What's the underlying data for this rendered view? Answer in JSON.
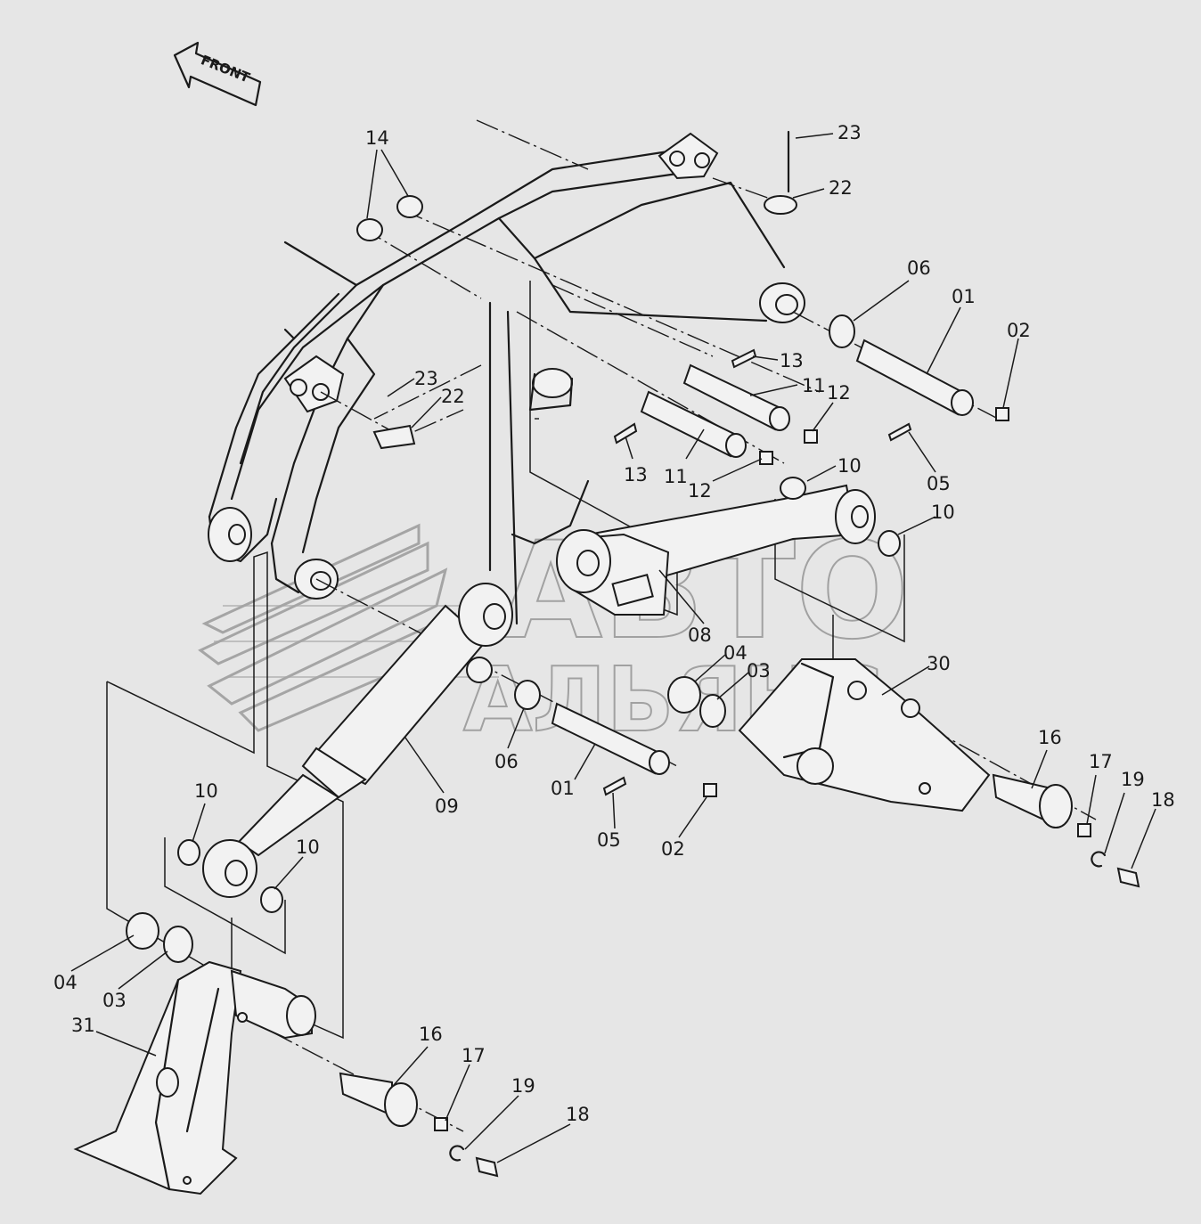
{
  "front_label": "FRONT",
  "watermark": {
    "line1": "АВТО",
    "line2": "АЛЬЯНС"
  },
  "callouts": [
    {
      "id": "c-14",
      "text": "14"
    },
    {
      "id": "c-23a",
      "text": "23"
    },
    {
      "id": "c-22a",
      "text": "22"
    },
    {
      "id": "c-06a",
      "text": "06"
    },
    {
      "id": "c-01a",
      "text": "01"
    },
    {
      "id": "c-02a",
      "text": "02"
    },
    {
      "id": "c-13a",
      "text": "13"
    },
    {
      "id": "c-11a",
      "text": "11"
    },
    {
      "id": "c-12a",
      "text": "12"
    },
    {
      "id": "c-23b",
      "text": "23"
    },
    {
      "id": "c-22b",
      "text": "22"
    },
    {
      "id": "c-13b",
      "text": "13"
    },
    {
      "id": "c-11b",
      "text": "11"
    },
    {
      "id": "c-12b",
      "text": "12"
    },
    {
      "id": "c-10a",
      "text": "10"
    },
    {
      "id": "c-05a",
      "text": "05"
    },
    {
      "id": "c-10b",
      "text": "10"
    },
    {
      "id": "c-08",
      "text": "08"
    },
    {
      "id": "c-04a",
      "text": "04"
    },
    {
      "id": "c-03a",
      "text": "03"
    },
    {
      "id": "c-30",
      "text": "30"
    },
    {
      "id": "c-06b",
      "text": "06"
    },
    {
      "id": "c-01b",
      "text": "01"
    },
    {
      "id": "c-09",
      "text": "09"
    },
    {
      "id": "c-05b",
      "text": "05"
    },
    {
      "id": "c-02b",
      "text": "02"
    },
    {
      "id": "c-16a",
      "text": "16"
    },
    {
      "id": "c-17a",
      "text": "17"
    },
    {
      "id": "c-19a",
      "text": "19"
    },
    {
      "id": "c-18a",
      "text": "18"
    },
    {
      "id": "c-10c",
      "text": "10"
    },
    {
      "id": "c-10d",
      "text": "10"
    },
    {
      "id": "c-04b",
      "text": "04"
    },
    {
      "id": "c-03b",
      "text": "03"
    },
    {
      "id": "c-31",
      "text": "31"
    },
    {
      "id": "c-16b",
      "text": "16"
    },
    {
      "id": "c-17b",
      "text": "17"
    },
    {
      "id": "c-19b",
      "text": "19"
    },
    {
      "id": "c-18b",
      "text": "18"
    }
  ]
}
